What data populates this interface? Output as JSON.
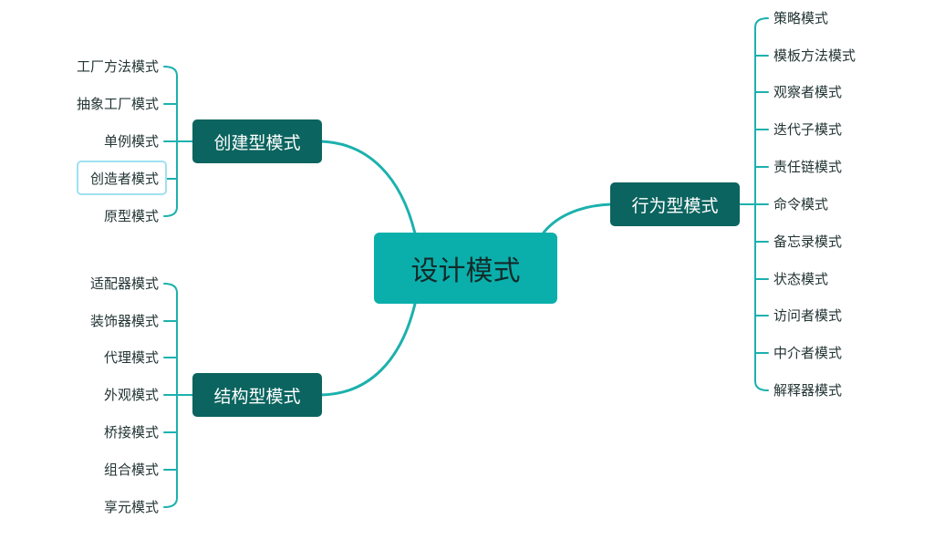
{
  "diagram": {
    "root": {
      "label": "设计模式"
    },
    "branches": {
      "creational": {
        "label": "创建型模式",
        "items": [
          "工厂方法模式",
          "抽象工厂模式",
          "单例模式",
          "创造者模式",
          "原型模式"
        ],
        "selected_item": "创造者模式"
      },
      "structural": {
        "label": "结构型模式",
        "items": [
          "适配器模式",
          "装饰器模式",
          "代理模式",
          "外观模式",
          "桥接模式",
          "组合模式",
          "享元模式"
        ]
      },
      "behavioral": {
        "label": "行为型模式",
        "items": [
          "策略模式",
          "模板方法模式",
          "观察者模式",
          "迭代子模式",
          "责任链模式",
          "命令模式",
          "备忘录模式",
          "状态模式",
          "访问者模式",
          "中介者模式",
          "解释器模式"
        ]
      }
    },
    "colors": {
      "root_fill": "#0aafab",
      "branch_fill": "#0b645f",
      "connector": "#1cb1ad",
      "selection_outline": "#9fe0f1"
    }
  }
}
